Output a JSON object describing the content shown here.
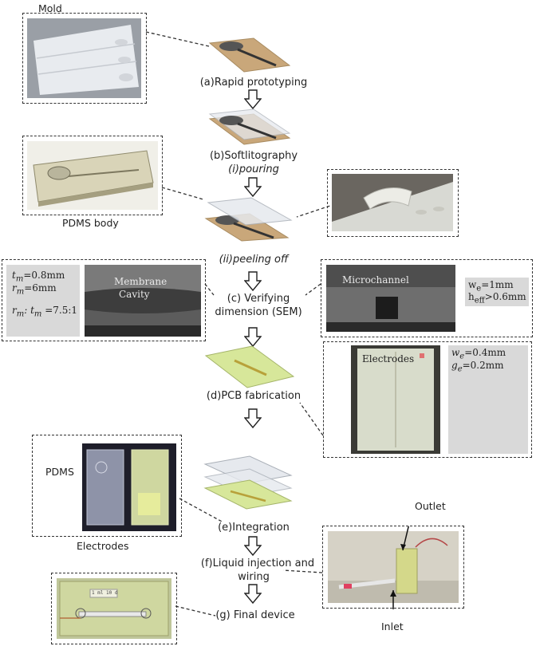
{
  "labels": {
    "mold": "Mold",
    "pdms_body": "PDMS body",
    "pdms": "PDMS",
    "electrodes_caption": "Electrodes",
    "outlet": "Outlet",
    "inlet": "Inlet"
  },
  "steps": {
    "a": "(a)Rapid prototyping",
    "b": "(b)Softlitography",
    "b_i": "(i)pouring",
    "b_ii": "(ii)peeling off",
    "c1": "(c) Verifying",
    "c2": "dimension (SEM)",
    "d": "(d)PCB fabrication",
    "e": "(e)Integration",
    "f1": "(f)Liquid injection and",
    "f2": "wiring",
    "g": "(g) Final device"
  },
  "sem_left": {
    "tm_sym": "t",
    "tm_sub": "m",
    "tm_val": "=0.8mm",
    "rm_sym": "r",
    "rm_sub": "m",
    "rm_val": "=6mm",
    "ratio_a": "r",
    "ratio_a_sub": "m",
    "ratio_mid": ": t",
    "ratio_b_sub": "m",
    "ratio_val": " =7.5:1",
    "overlay1": "Membrane",
    "overlay2": "Cavity"
  },
  "sem_right": {
    "overlay": "Microchannel",
    "we_sym": "w",
    "we_sub": "e",
    "we_val": "=1mm",
    "heff_sym": "h",
    "heff_sub": "eff",
    "heff_val": ">0.6mm"
  },
  "pcb_panel": {
    "overlay": "Electrodes",
    "we_sym": "w",
    "we_sub": "e",
    "we_val": "=0.4mm",
    "ge_sym": "g",
    "ge_sub": "e",
    "ge_val": "=0.2mm"
  },
  "final_device_text": "1 ml 10 d",
  "colors": {
    "wood": "#c9a77a",
    "pdms": "#e6e9ee",
    "pcb": "#d7e79a",
    "dash": "#333333"
  }
}
